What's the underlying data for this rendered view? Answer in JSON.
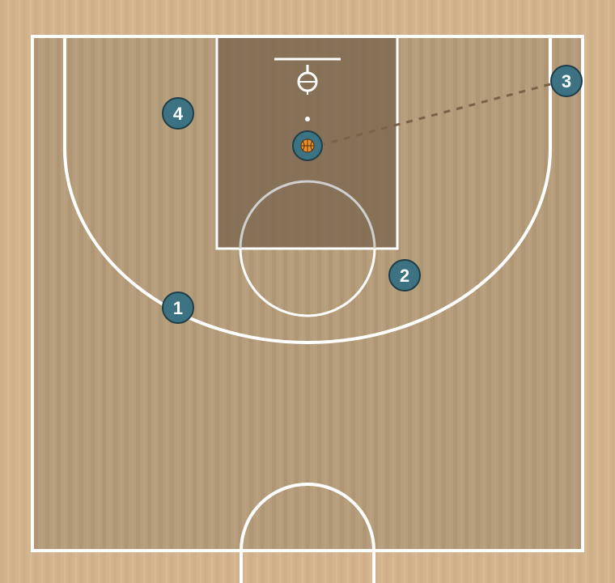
{
  "colors": {
    "floor": "#d4b48e",
    "court": "#b69e7d",
    "lane": "#7f6a52",
    "lines": "#ffffff",
    "player_fill": "#3d7283",
    "player_stroke": "#1f3d47",
    "pass_line": "#7a6248",
    "ball": "#e8922a"
  },
  "icons": {
    "ball": "basketball-icon",
    "basket": "basket-hoop-icon"
  },
  "players": [
    {
      "id": "p1",
      "label": "1"
    },
    {
      "id": "p2",
      "label": "2"
    },
    {
      "id": "p3",
      "label": "3"
    },
    {
      "id": "p4",
      "label": "4"
    }
  ]
}
